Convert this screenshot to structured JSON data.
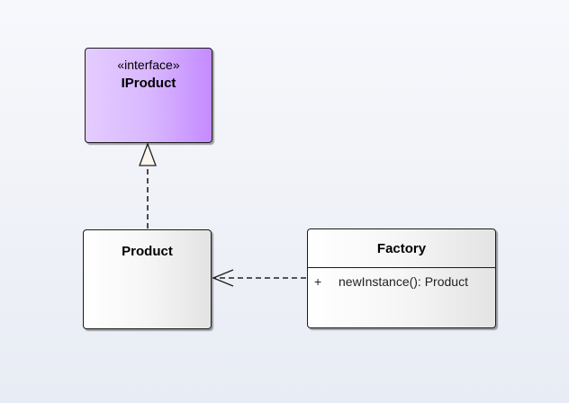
{
  "diagram": {
    "classes": [
      {
        "id": "iproduct",
        "stereotype": "«interface»",
        "name": "IProduct",
        "fill": "#d9b8ff"
      },
      {
        "id": "product",
        "name": "Product",
        "fill": "#f6f6f6"
      },
      {
        "id": "factory",
        "name": "Factory",
        "fill": "#f6f6f6",
        "operations": [
          {
            "visibility": "+",
            "signature": "newInstance(): Product"
          }
        ]
      }
    ],
    "relationships": [
      {
        "type": "realization",
        "from": "Product",
        "to": "IProduct",
        "line": "dashed",
        "head": "hollow-triangle"
      },
      {
        "type": "dependency",
        "from": "Factory",
        "to": "Product",
        "line": "dashed",
        "head": "open-arrow"
      }
    ]
  }
}
